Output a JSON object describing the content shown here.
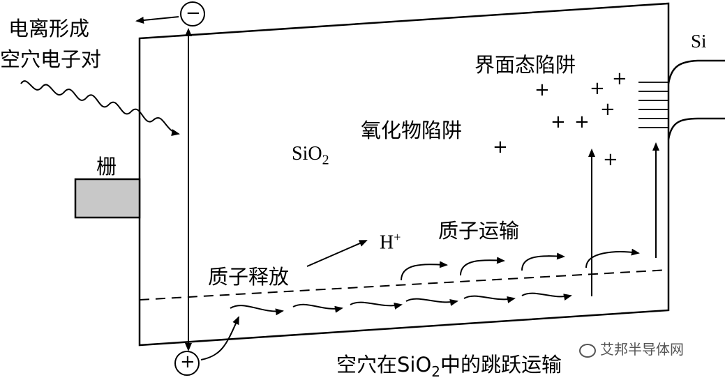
{
  "labels": {
    "ionize": [
      "电离形成",
      "空穴电子对"
    ],
    "gate": "栅",
    "sio2": {
      "base": "SiO",
      "sub": "2"
    },
    "oxide_trap": "氧化物陷阱",
    "interface_trap": "界面态陷阱",
    "si": "Si",
    "proton_release": "质子释放",
    "h_plus": {
      "base": "H",
      "sup": "+"
    },
    "proton_transport": "质子运输",
    "hole_hop": {
      "pre": "空穴在SiO",
      "sub": "2",
      "post": "中的跳跃运输"
    },
    "minus_sign": "−",
    "plus_sign": "+",
    "watermark": "艾邦半导体网"
  },
  "colors": {
    "stroke": "#000000",
    "gate_fill": "#c8c8c8",
    "background": "#ffffff"
  }
}
